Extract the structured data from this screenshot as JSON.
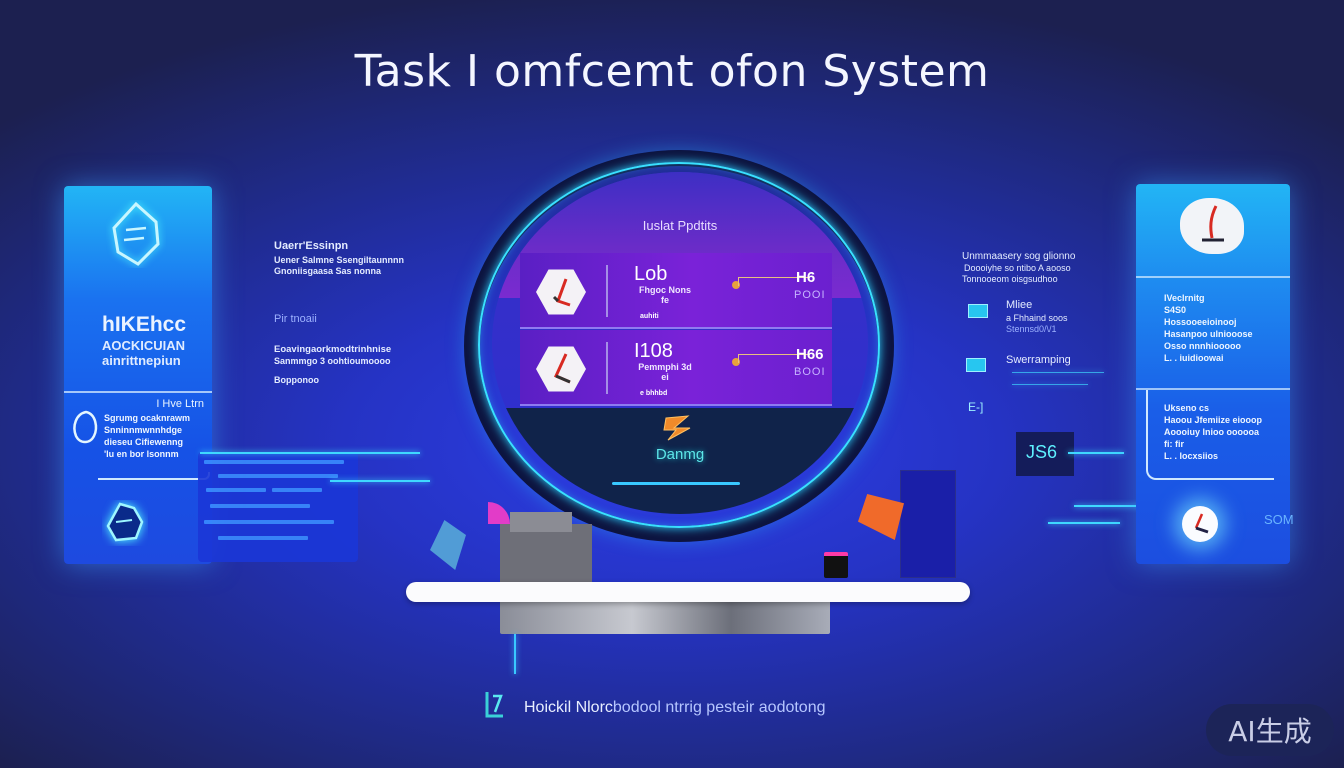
{
  "header": {
    "title": "Task I omfcemt ofon System"
  },
  "left_panel": {
    "heading": "hIKEhcc",
    "subheading_lines": [
      "AOCKICUIAN",
      "ainrittnepiun"
    ],
    "tag": "I Hve Ltrn",
    "body_lines": [
      "Sgrumg ocaknrawm",
      "Snninnmwnnhdge",
      "dieseu Cifiewenng",
      "'lu en bor lsonnm"
    ],
    "icons": [
      "shield-icon",
      "alert-shield-icon",
      "gem-icon"
    ]
  },
  "left_float": {
    "title": "Uaerr'Essinpn",
    "lines": [
      "Uener Salmne Ssengiltaunnnn",
      "Gnoniisgaasa Sas nonna"
    ],
    "label": "Pir tnoaii",
    "lines2": [
      "Eoavingaorkmodtrinhnise",
      "Sanmmgo 3 oohtioumoooo"
    ],
    "footer": "Bopponoo"
  },
  "center": {
    "title": "Iuslat Ppdtits",
    "rows": [
      {
        "name": "Lob",
        "subtitle": "Fhgoc Nons",
        "subtitle2": "fe",
        "tag": "auhiti",
        "value": "H6",
        "sub_value": "POOI",
        "icon": "task-check-icon"
      },
      {
        "name": "I108",
        "subtitle": "Pemmphi 3d",
        "subtitle2": "ei",
        "tag": "e bhhbd",
        "value": "H66",
        "sub_value": "BOOI",
        "icon": "task-check-icon"
      }
    ],
    "footer_label": "Danmg",
    "footer_icon": "flame-icon"
  },
  "right_float": {
    "lines": [
      "Unmmaasery sog glionno",
      "Doooiyhe so ntibo A aooso",
      "Tonnooeom oisgsudhoo"
    ],
    "item1": {
      "title": "Mliee",
      "lines": [
        "a Fhhaind soos",
        "Stennsd0/\\/1"
      ]
    },
    "item2": {
      "title": "Swerramping"
    },
    "code": "JS6"
  },
  "right_panel": {
    "section1": [
      "IVeclrnitg",
      "S4S0",
      "Hossooeeioinooj",
      "Hasanpoo ulniooose",
      "Osso nnnhiooooo",
      "L. .  iuidioowai"
    ],
    "section2": [
      "Ukseno cs",
      "Haoou Jfemiize eiooop",
      "Aoooiuy lnioo oooooa",
      "fi: fir",
      "L. .  Iocxsiios"
    ],
    "code": "SOM",
    "icons": [
      "clock-icon",
      "clock-icon"
    ]
  },
  "footer": {
    "caption_bright": "Hoickil Nlorc",
    "caption_dim": "bodool ntrrig pesteir aodotong"
  },
  "badge": {
    "label": "AI生成"
  },
  "colors": {
    "background": "#1f2a86",
    "accent_cyan": "#39e0ff",
    "panel_blue": "#1a72f0",
    "row_purple": "#7a22d8",
    "orange": "#f06a2a"
  }
}
